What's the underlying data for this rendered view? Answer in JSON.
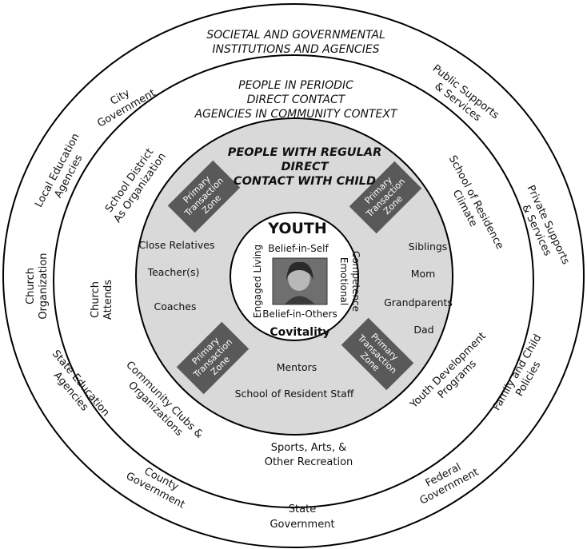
{
  "outer_ring": {
    "title_lines": [
      "SOCIETAL AND GOVERNMENTAL",
      "INSTITUTIONS AND AGENCIES"
    ],
    "labels": {
      "city_government": [
        "City",
        "Government"
      ],
      "public_supports": [
        "Public Supports",
        "& Services"
      ],
      "local_education": [
        "Local Education",
        "Agencies"
      ],
      "private_supports": [
        "Private Supports",
        "& Services"
      ],
      "church_organization": [
        "Church",
        "Organization"
      ],
      "family_child_policies": [
        "Family and Child",
        "Policies"
      ],
      "state_education": [
        "State Education",
        "Agencies"
      ],
      "county_government": [
        "County",
        "Government"
      ],
      "federal_government": [
        "Federal",
        "Government"
      ],
      "state_government": [
        "State",
        "Government"
      ]
    }
  },
  "middle_ring": {
    "title_lines": [
      "PEOPLE IN PERIODIC",
      "DIRECT CONTACT",
      "AGENCIES IN COMMUNITY CONTEXT"
    ],
    "labels": {
      "school_district": [
        "School District",
        "As Organization"
      ],
      "school_residence_climate": [
        "School of Residence",
        "Climate"
      ],
      "church_attends": [
        "Church",
        "Attends"
      ],
      "community_clubs": [
        "Community Clubs &",
        "Organizations"
      ],
      "youth_development": [
        "Youth Development",
        "Programs"
      ],
      "sports_arts": [
        "Sports, Arts, &",
        "Other Recreation"
      ]
    }
  },
  "inner_ring": {
    "title_lines": [
      "PEOPLE WITH REGULAR",
      "DIRECT",
      "CONTACT WITH CHILD"
    ],
    "left_items": [
      "Close Relatives",
      "Teacher(s)",
      "Coaches"
    ],
    "right_items": [
      "Siblings",
      "Mom",
      "Grandparents",
      "Dad"
    ],
    "bottom_items": [
      "Mentors",
      "School of Resident Staff"
    ],
    "zone_label_lines": [
      "Primary",
      "Transaction",
      "Zone"
    ]
  },
  "center": {
    "title": "YOUTH",
    "top": "Belief-in-Self",
    "bottom": "Belief-in-Others",
    "left": "Engaged Living",
    "right_lines": [
      "Emotional",
      "Competence"
    ],
    "label": "Covitality",
    "photo_alt": "youth-photo"
  },
  "colors": {
    "inner_fill": "#d9d9d9",
    "zone_fill": "#595959",
    "center_fill": "#ffffff",
    "ring_stroke": "#000000"
  }
}
